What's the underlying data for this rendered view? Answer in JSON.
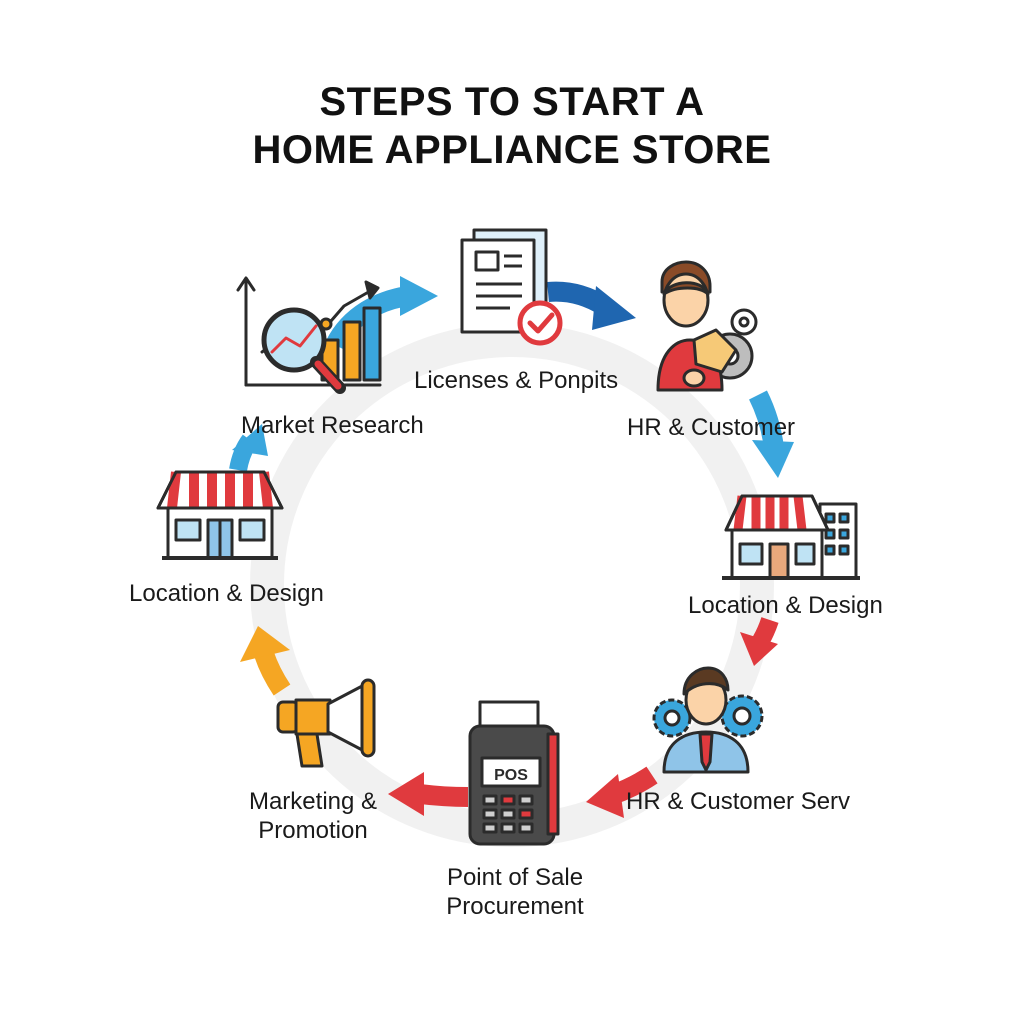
{
  "title_line1": "STEPS TO START A",
  "title_line2": "HOME APPLIANCE STORE",
  "steps": {
    "market_research": {
      "label": "Market Research",
      "icon": "market-research-chart-icon"
    },
    "licenses": {
      "label": "Licenses & Ponpits",
      "icon": "permit-document-icon"
    },
    "hr_customer": {
      "label": "HR & Customer",
      "icon": "person-with-gear-icon"
    },
    "location_right": {
      "label": "Location & Design",
      "icon": "storefront-building-icon"
    },
    "hr_customer_serv": {
      "label": "HR & Customer Serv",
      "icon": "person-with-gears-icon"
    },
    "pos": {
      "label_line1": "Point of Sale",
      "label_line2": "Procurement",
      "icon": "pos-terminal-icon",
      "screen_text": "POS"
    },
    "marketing": {
      "label_line1": "Marketing &",
      "label_line2": "Promotion",
      "icon": "megaphone-icon"
    },
    "location_left": {
      "label": "Location & Design",
      "icon": "storefront-icon"
    }
  },
  "colors": {
    "arrow_blue": "#3aa6dd",
    "arrow_darkblue": "#1f66b0",
    "arrow_red": "#e03a3e",
    "arrow_orange": "#f5a623",
    "icon_outline": "#2b2b2b",
    "awning_red": "#e03a3e"
  }
}
